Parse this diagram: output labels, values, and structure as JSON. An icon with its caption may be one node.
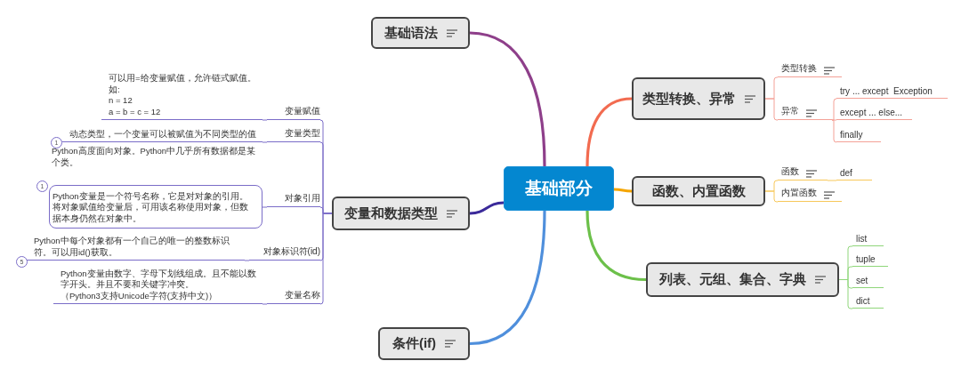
{
  "diagram": {
    "nodes": [
      {
        "text": [
          "基础部分"
        ]
      },
      {
        "text": [
          "基础语法"
        ]
      },
      {
        "text": [
          "类型转换、异常"
        ]
      },
      {
        "text": [
          "函数、内置函数"
        ]
      },
      {
        "text": [
          "列表、元组、集合、字典"
        ]
      },
      {
        "text": [
          "变量和数据类型"
        ]
      },
      {
        "text": [
          "条件(if)"
        ]
      },
      {
        "text": [
          "类型转换"
        ]
      },
      {
        "text": [
          "异常"
        ]
      },
      {
        "text": [
          "try ... except  Exception"
        ]
      },
      {
        "text": [
          "except ... else..."
        ]
      },
      {
        "text": [
          "finally"
        ]
      },
      {
        "text": [
          "函数"
        ]
      },
      {
        "text": [
          "def"
        ]
      },
      {
        "text": [
          "内置函数"
        ]
      },
      {
        "text": [
          "list"
        ]
      },
      {
        "text": [
          "tuple"
        ]
      },
      {
        "text": [
          "set"
        ]
      },
      {
        "text": [
          "dict"
        ]
      },
      {
        "text": [
          "变量赋值"
        ]
      },
      {
        "text": [
          "变量类型"
        ]
      },
      {
        "text": [
          "对象引用"
        ]
      },
      {
        "text": [
          "对象标识符(id)"
        ]
      },
      {
        "text": [
          "变量名称"
        ]
      },
      {
        "text": [
          "可以用=给变量赋值，允许链式赋值。",
          "如:",
          "n = 12",
          "a = b = c = 12"
        ]
      },
      {
        "text": [
          "动态类型，一个变量可以被赋值为不同类型的值"
        ]
      },
      {
        "text": [
          "Python变量是一个符号名称，它是对对象的引用。将对象赋值给变量后，可用该名称使用对象，但数据本身仍然在对象中。"
        ]
      },
      {
        "text": [
          "Python中每个对象都有一个自己的唯一的整数标识符。可以用id()获取。"
        ]
      },
      {
        "text": [
          "Python变量由数字、字母下划线组成。且不能以数字开头。并且不要和关键字冲突。",
          "（Python3支持Unicode字符(支持中文)）"
        ]
      }
    ],
    "edges": [
      {
        "from": 0,
        "to": 1,
        "arrow": "none",
        "style": "thick",
        "color": "#8e3f8a"
      },
      {
        "from": 0,
        "to": 2,
        "arrow": "none",
        "style": "thick",
        "color": "#f26b50"
      },
      {
        "from": 0,
        "to": 3,
        "arrow": "none",
        "style": "thick",
        "color": "#f5a500"
      },
      {
        "from": 0,
        "to": 4,
        "arrow": "none",
        "style": "thick",
        "color": "#6cc04a"
      },
      {
        "from": 0,
        "to": 5,
        "arrow": "none",
        "style": "thick",
        "color": "#3b2a9a"
      },
      {
        "from": 0,
        "to": 6,
        "arrow": "none",
        "style": "thick",
        "color": "#4f8fdc"
      },
      {
        "from": 2,
        "to": 7,
        "arrow": "none",
        "color": "#f4a197"
      },
      {
        "from": 2,
        "to": 8,
        "arrow": "none",
        "color": "#f4a197"
      },
      {
        "from": 8,
        "to": 9,
        "arrow": "none",
        "color": "#f4a197"
      },
      {
        "from": 8,
        "to": 10,
        "arrow": "none",
        "color": "#f4a197"
      },
      {
        "from": 8,
        "to": 11,
        "arrow": "none",
        "color": "#f4a197"
      },
      {
        "from": 3,
        "to": 12,
        "arrow": "none",
        "color": "#f7c85a"
      },
      {
        "from": 12,
        "to": 13,
        "arrow": "none",
        "color": "#f7c85a"
      },
      {
        "from": 3,
        "to": 14,
        "arrow": "none",
        "color": "#f7c85a"
      },
      {
        "from": 4,
        "to": 15,
        "arrow": "none",
        "color": "#8fd67a"
      },
      {
        "from": 4,
        "to": 16,
        "arrow": "none",
        "color": "#8fd67a"
      },
      {
        "from": 4,
        "to": 17,
        "arrow": "none",
        "color": "#8fd67a"
      },
      {
        "from": 4,
        "to": 18,
        "arrow": "none",
        "color": "#8fd67a"
      },
      {
        "from": 5,
        "to": 19,
        "arrow": "none",
        "color": "#7a6cc8"
      },
      {
        "from": 5,
        "to": 20,
        "arrow": "none",
        "color": "#7a6cc8"
      },
      {
        "from": 5,
        "to": 21,
        "arrow": "none",
        "color": "#7a6cc8"
      },
      {
        "from": 5,
        "to": 22,
        "arrow": "none",
        "color": "#7a6cc8"
      },
      {
        "from": 5,
        "to": 23,
        "arrow": "none",
        "color": "#7a6cc8"
      },
      {
        "from": 19,
        "to": 24,
        "arrow": "none",
        "color": "#7a6cc8"
      },
      {
        "from": 20,
        "to": 25,
        "arrow": "none",
        "color": "#7a6cc8"
      },
      {
        "from": 21,
        "to": 26,
        "arrow": "none",
        "color": "#7a6cc8"
      },
      {
        "from": 22,
        "to": 27,
        "arrow": "none",
        "color": "#7a6cc8"
      },
      {
        "from": 23,
        "to": 28,
        "arrow": "none",
        "color": "#7a6cc8"
      }
    ],
    "labels": [
      "1",
      "Python高度面向对象。Python中几乎所有数据都是某个类。",
      "1",
      "5"
    ]
  }
}
